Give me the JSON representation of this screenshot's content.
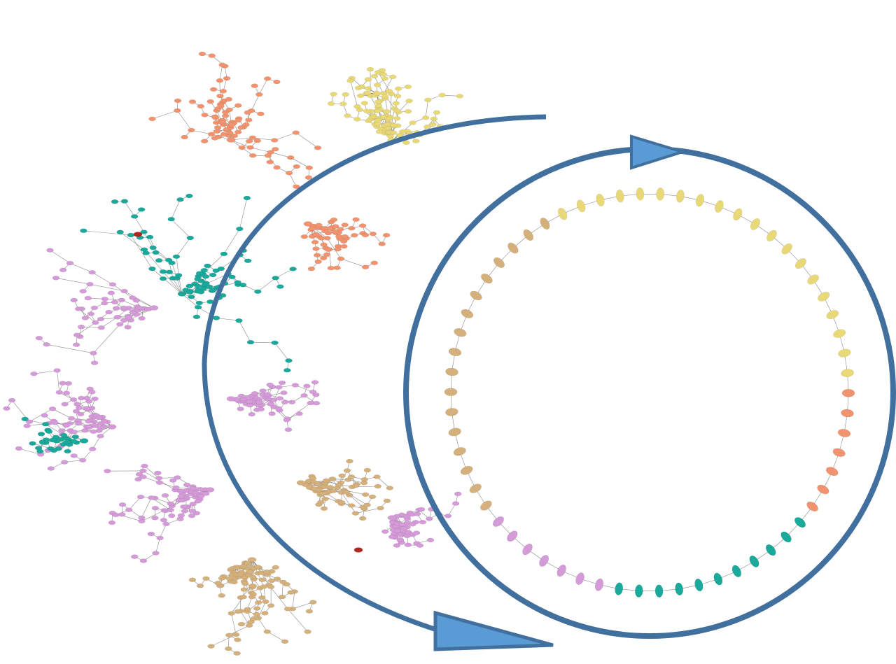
{
  "colors": {
    "background": "#ffffff",
    "yellow": "#e8d878",
    "salmon": "#f0936e",
    "teal": "#1aa99a",
    "violet": "#d59ad8",
    "tan": "#d4b07c",
    "dark_red": "#b0261f",
    "edge": "#8a8a8a",
    "ring_stroke": "#41709f",
    "arrow_fill": "#5b9bd5",
    "arrow_stroke": "#41709f"
  },
  "network": {
    "description_free": true,
    "clusters": [
      {
        "color_key": "yellow"
      },
      {
        "color_key": "salmon"
      },
      {
        "color_key": "teal"
      },
      {
        "color_key": "violet"
      },
      {
        "color_key": "tan"
      }
    ],
    "highlighted_nodes": [
      {
        "color_key": "dark_red"
      },
      {
        "color_key": "dark_red"
      }
    ]
  },
  "ring": {
    "segments": [
      {
        "color_key": "yellow",
        "count": 17
      },
      {
        "color_key": "salmon",
        "count": 7
      },
      {
        "color_key": "teal",
        "count": 11
      },
      {
        "color_key": "violet",
        "count": 7
      },
      {
        "color_key": "tan",
        "count": 17
      },
      {
        "color_key": "yellow",
        "count": 3
      }
    ]
  },
  "arrows": [
    {
      "name": "upper-arc-arrow"
    },
    {
      "name": "outer-arc-arrow"
    }
  ]
}
